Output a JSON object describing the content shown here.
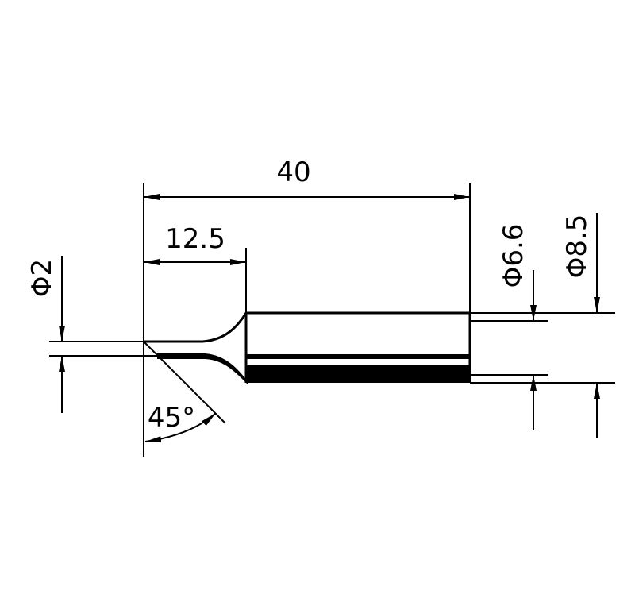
{
  "dimensions": {
    "overall_length": "40",
    "tip_length": "12.5",
    "tip_diameter": "Φ2",
    "inner_diameter": "Φ6.6",
    "outer_diameter": "Φ8.5",
    "tip_angle": "45°"
  },
  "colors": {
    "line": "#000000",
    "background": "#ffffff"
  }
}
